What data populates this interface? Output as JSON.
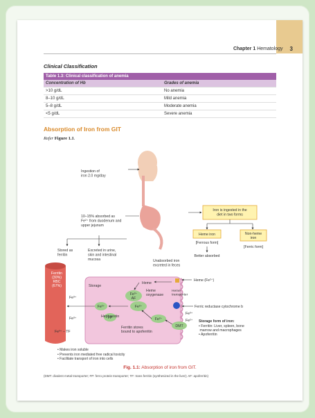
{
  "header": {
    "chapter": "Chapter 1",
    "chapter_name": "Hematology",
    "page_number": "3"
  },
  "section": {
    "title": "Clinical Classification",
    "table": {
      "caption": "Table 1.3: Clinical classification of anemia",
      "columns": [
        "Concentration of Hb",
        "Grades of anemia"
      ],
      "rows": [
        [
          ">10 g/dL",
          "No anemia"
        ],
        [
          "8–10 g/dL",
          "Mild anemia"
        ],
        [
          "5–8 g/dL",
          "Moderate anemia"
        ],
        [
          "<5 g/dL",
          "Severe anemia"
        ]
      ]
    }
  },
  "absorption": {
    "heading": "Absorption of Iron from GIT",
    "refer": "Refer",
    "refer_target": "Figure 1.1",
    "refer_end": "."
  },
  "diagram": {
    "ingestion": [
      "Ingestion of",
      "iron 2.0 mg/day"
    ],
    "absorbed": [
      "10–15% absorbed as",
      "Fe²⁺ from duodenum and",
      "upper jejunum"
    ],
    "stored": [
      "Stored as",
      "ferritin"
    ],
    "excreted": [
      "Excreted in urine,",
      "skin and intestinal",
      "mucosa"
    ],
    "unabsorbed": [
      "Unabsorbed iron",
      "excreted in feces"
    ],
    "diet_box": [
      "Iron is ingested in the",
      "diet in two forms"
    ],
    "heme_iron": "Heme iron",
    "ferrous": "[Ferrous form]",
    "nonheme_iron": [
      "Non-heme",
      "iron"
    ],
    "ferric": "[Ferric form]",
    "better_absorbed": "Better absorbed",
    "vessel": [
      "Ferritin",
      "(30%)",
      "RBC",
      "(67%)"
    ],
    "storage": "Storage",
    "fe2": "Fe²⁺",
    "fe3": "Fe³⁺",
    "fe3_tf": "Fe³⁺ – TF",
    "af": "AF",
    "heme": "Heme",
    "heme_oxygenase": [
      "Heme",
      "oxygenase"
    ],
    "heme_fe": "Heme (Fe²⁺)",
    "heme_transporter": [
      "Heme",
      "transporter"
    ],
    "ferric_reductase": "Ferric reductase cytochrome b",
    "hephaestin": "Hephaestin",
    "fp": "FP",
    "ferritin_stores": [
      "Ferritin stores",
      "bound to apoferritin"
    ],
    "dmt": "DMT",
    "storage_title": "Storage form of iron:",
    "storage_items": [
      "• Ferritin: Liver, spleen, bone",
      "  marrow and macrophages",
      "• Apoferritin"
    ],
    "bullets": [
      "• Makes iron soluble",
      "• Prevents iron mediated free radical toxicity",
      "• Facilitate transport of iron into cells"
    ]
  },
  "figure": {
    "label": "Fig. 1.1:",
    "caption": "Absorption of iron from GIT.",
    "abbreviations": "(DMT: divalent metal transporter; FP: ferro protein transporter; TF: trans ferritin (synthesized in the liver); AF: apoferritin)"
  },
  "colors": {
    "background": "#cfe6c6",
    "corner": "#e8ca90",
    "table_caption": "#a05fa8",
    "table_head": "#dcc3e0",
    "heading": "#d98a2b",
    "caption": "#c4322c",
    "vessel": "#e2645a",
    "cell": "#f2c6dd",
    "fe_oval": "#9fcf8c",
    "diet_box": "#fff3b0",
    "diet_border": "#e5a93a"
  }
}
